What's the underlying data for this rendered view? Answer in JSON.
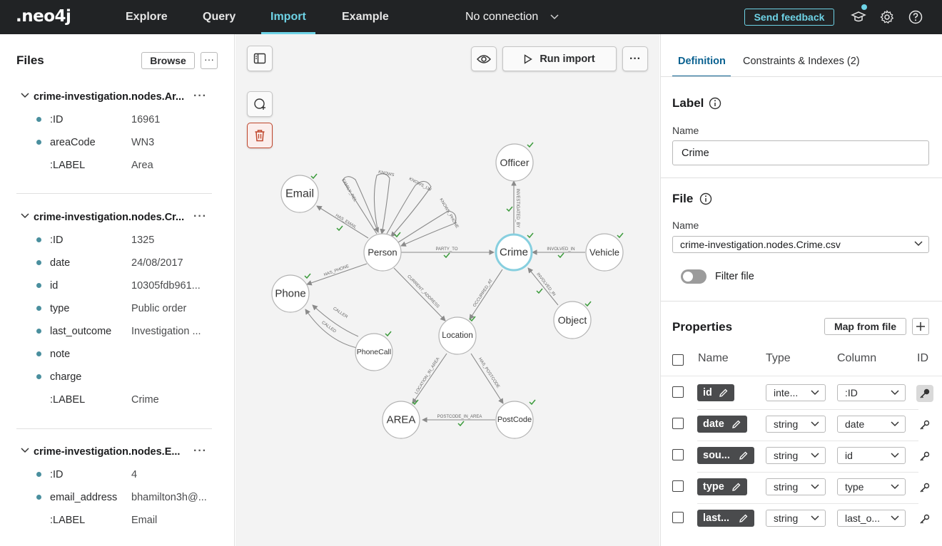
{
  "topbar": {
    "logo": ".neo4j",
    "tabs": [
      {
        "label": "Explore"
      },
      {
        "label": "Query"
      },
      {
        "label": "Import"
      },
      {
        "label": "Example"
      }
    ],
    "connection_label": "No connection",
    "feedback_label": "Send feedback",
    "icons": [
      "learn-icon",
      "gear-icon",
      "help-icon"
    ]
  },
  "sidebar": {
    "title": "Files",
    "browse_label": "Browse",
    "files": [
      {
        "name": "crime-investigation.nodes.Area.csv",
        "name_display": "crime-investigation.nodes.Ar...",
        "rows": [
          {
            "key": ":ID",
            "value": "16961",
            "mapped": true
          },
          {
            "key": "areaCode",
            "value": "WN3",
            "mapped": true
          },
          {
            "key": ":LABEL",
            "value": "Area",
            "mapped": false
          }
        ]
      },
      {
        "name": "crime-investigation.nodes.Crime.csv",
        "name_display": "crime-investigation.nodes.Cr...",
        "rows": [
          {
            "key": ":ID",
            "value": "1325",
            "mapped": true
          },
          {
            "key": "date",
            "value": "24/08/2017",
            "mapped": true
          },
          {
            "key": "id",
            "value": "10305fdb961...",
            "mapped": true
          },
          {
            "key": "type",
            "value": "Public order",
            "mapped": true
          },
          {
            "key": "last_outcome",
            "value": "Investigation ...",
            "mapped": true
          },
          {
            "key": "note",
            "value": "",
            "mapped": true
          },
          {
            "key": "charge",
            "value": "",
            "mapped": true
          },
          {
            "key": ":LABEL",
            "value": "Crime",
            "mapped": false
          }
        ]
      },
      {
        "name": "crime-investigation.nodes.Email.csv",
        "name_display": "crime-investigation.nodes.E...",
        "rows": [
          {
            "key": ":ID",
            "value": "4",
            "mapped": true
          },
          {
            "key": "email_address",
            "value": "bhamilton3h@...",
            "mapped": true
          },
          {
            "key": ":LABEL",
            "value": "Email",
            "mapped": false
          }
        ]
      }
    ]
  },
  "canvas": {
    "run_import_label": "Run import",
    "nodes": [
      {
        "id": "officer",
        "label": "Officer"
      },
      {
        "id": "email",
        "label": "Email"
      },
      {
        "id": "person",
        "label": "Person"
      },
      {
        "id": "crime",
        "label": "Crime",
        "selected": true
      },
      {
        "id": "vehicle",
        "label": "Vehicle"
      },
      {
        "id": "phone",
        "label": "Phone"
      },
      {
        "id": "object",
        "label": "Object"
      },
      {
        "id": "location",
        "label": "Location"
      },
      {
        "id": "phonecall",
        "label": "PhoneCall"
      },
      {
        "id": "area",
        "label": "AREA"
      },
      {
        "id": "postcode",
        "label": "PostCode"
      }
    ],
    "edges": [
      {
        "label": "FAMILY_REL"
      },
      {
        "label": "KNOWS"
      },
      {
        "label": "KNOWS_LW"
      },
      {
        "label": "KNOWS_PHONE"
      },
      {
        "label": "HAS_EMAIL"
      },
      {
        "label": "PARTY_TO"
      },
      {
        "label": "INVESTIGATED_BY"
      },
      {
        "label": "INVOLVED_IN"
      },
      {
        "label": "INVOLVED_IN"
      },
      {
        "label": "HAS_PHONE"
      },
      {
        "label": "CURRENT_ADDRESS"
      },
      {
        "label": "OCCURRED_AT"
      },
      {
        "label": "CALLER"
      },
      {
        "label": "CALLED"
      },
      {
        "label": "LOCATION_IN_AREA"
      },
      {
        "label": "HAS_POSTCODE"
      },
      {
        "label": "POSTCODE_IN_AREA"
      }
    ]
  },
  "panel": {
    "tabs": [
      {
        "label": "Definition"
      },
      {
        "label": "Constraints & Indexes (2)"
      }
    ],
    "label_section": {
      "title": "Label",
      "name_label": "Name",
      "name_value": "Crime"
    },
    "file_section": {
      "title": "File",
      "name_label": "Name",
      "file_value": "crime-investigation.nodes.Crime.csv",
      "filter_label": "Filter file",
      "filter_on": false
    },
    "properties_section": {
      "title": "Properties",
      "map_label": "Map from file",
      "columns": [
        "Name",
        "Type",
        "Column",
        "ID"
      ],
      "rows": [
        {
          "name": "id",
          "type": "inte...",
          "column": ":ID",
          "is_id": true
        },
        {
          "name": "date",
          "type": "string",
          "column": "date",
          "is_id": false
        },
        {
          "name": "sou...",
          "type": "string",
          "column": "id",
          "is_id": false
        },
        {
          "name": "type",
          "type": "string",
          "column": "type",
          "is_id": false
        },
        {
          "name": "last...",
          "type": "string",
          "column": "last_o...",
          "is_id": false
        }
      ]
    }
  },
  "colors": {
    "accent": "#6ed3e6",
    "topbar": "#212325",
    "link": "#0a6190",
    "danger": "#c0462c",
    "mapped_dot": "#4a8f9e",
    "check": "#3c9b3c"
  }
}
